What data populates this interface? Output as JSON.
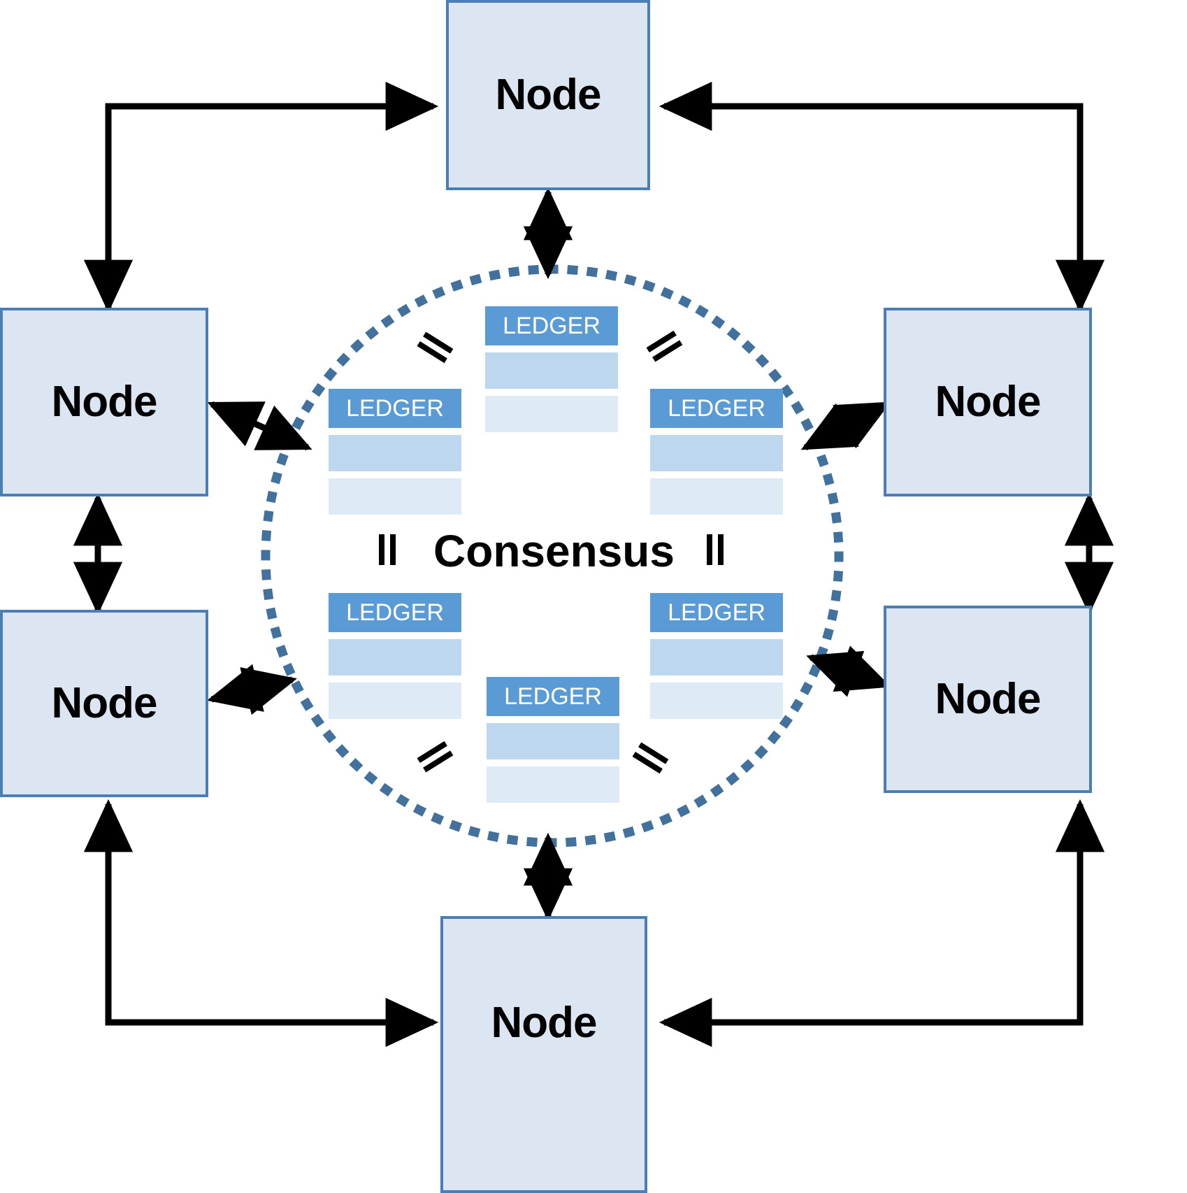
{
  "diagram": {
    "title": "Blockchain distributed ledger consensus network",
    "type": "node-network",
    "colors": {
      "node_fill": "#dce6f2",
      "node_border": "#4a7eb5",
      "ledger_header": "#5b9bd5",
      "ledger_row_1": "#bdd7ee",
      "ledger_row_2": "#deeaf6",
      "circle_dots": "#41719c",
      "arrow": "#000000",
      "text": "#000000"
    }
  },
  "center": {
    "label": "Consensus",
    "left_equals": "||",
    "right_equals": "||",
    "circle_style": "dotted"
  },
  "nodes": [
    {
      "label": "Node",
      "position": "top"
    },
    {
      "label": "Node",
      "position": "right-upper"
    },
    {
      "label": "Node",
      "position": "right-lower"
    },
    {
      "label": "Node",
      "position": "bottom"
    },
    {
      "label": "Node",
      "position": "left-lower"
    },
    {
      "label": "Node",
      "position": "left-upper"
    }
  ],
  "ledgers": [
    {
      "header": "LEDGER",
      "position": "top",
      "rows": [
        "",
        ""
      ]
    },
    {
      "header": "LEDGER",
      "position": "left-upper",
      "rows": [
        "",
        ""
      ]
    },
    {
      "header": "LEDGER",
      "position": "right-upper",
      "rows": [
        "",
        ""
      ]
    },
    {
      "header": "LEDGER",
      "position": "left-lower",
      "rows": [
        "",
        ""
      ]
    },
    {
      "header": "LEDGER",
      "position": "right-lower",
      "rows": [
        "",
        ""
      ]
    },
    {
      "header": "LEDGER",
      "position": "bottom",
      "rows": [
        "",
        ""
      ]
    }
  ],
  "equals_marks": [
    {
      "position": "top-left",
      "symbol": "="
    },
    {
      "position": "top-right",
      "symbol": "="
    },
    {
      "position": "bottom-left",
      "symbol": "="
    },
    {
      "position": "bottom-right",
      "symbol": "="
    }
  ],
  "connections": {
    "node_to_center": "bidirectional",
    "node_to_node": "directional-ring",
    "count_spokes": 6,
    "count_ring": 4
  }
}
